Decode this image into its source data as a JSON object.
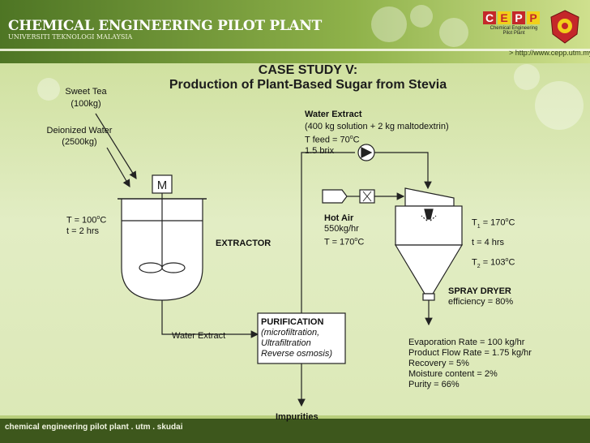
{
  "header": {
    "org_title": "CHEMICAL ENGINEERING PILOT PLANT",
    "org_subtitle": "UNIVERSITI TEKNOLOGI MALAYSIA",
    "logo_text": "CEPP",
    "logo_sub1": "Chemical Engineering",
    "logo_sub2": "Pilot Plant",
    "url": "> http://www.cepp.utm.my"
  },
  "footer": {
    "text": "chemical engineering pilot plant . utm . skudai"
  },
  "title": {
    "line1": "CASE STUDY V:",
    "line2": "Production of Plant-Based Sugar from Stevia"
  },
  "inputs": {
    "sweet_tea": "Sweet Tea",
    "sweet_tea_qty": "(100kg)",
    "water": "Deionized Water",
    "water_qty": "(2500kg)"
  },
  "extractor": {
    "label": "EXTRACTOR",
    "motor": "M",
    "temp_pre": "T = 100",
    "temp_unit": "C",
    "time": "t  = 2 hrs"
  },
  "water_extract_top": {
    "title": "Water Extract",
    "line1": "(400 kg solution + 2 kg maltodextrin)",
    "line2_pre": "T feed = 70",
    "line2_unit": "C",
    "line3": "1.5 brix"
  },
  "hot_air": {
    "title": "Hot Air",
    "flow": "550kg/hr",
    "temp_pre": "T = 170",
    "temp_unit": "C"
  },
  "dryer_conditions": {
    "t1_pre": "T",
    "t1_sub": "1",
    "t1_val": " = 170",
    "t1_unit": "C",
    "time": "t   = 4 hrs",
    "t2_pre": "T",
    "t2_sub": "2",
    "t2_val": " = 103",
    "t2_unit": "C"
  },
  "spray_dryer": {
    "label": "SPRAY DRYER",
    "efficiency": "efficiency = 80%"
  },
  "water_extract_bottom": "Water Extract",
  "purification": {
    "title": "PURIFICATION",
    "line1": "(microfiltration,",
    "line2": "Ultrafiltration",
    "line3": "Reverse osmosis)"
  },
  "impurities": "Impurities",
  "results": [
    "Evaporation Rate = 100 kg/hr",
    "Product Flow Rate = 1.75 kg/hr",
    "Recovery = 5%",
    "Moisture content = 2%",
    "Purity = 66%"
  ],
  "colors": {
    "background": "#d9e7b4",
    "header_band": "#567a2a",
    "footer_band": "#3f5a1e",
    "logo_red": "#c4282a",
    "logo_yellow": "#f1d01b"
  }
}
